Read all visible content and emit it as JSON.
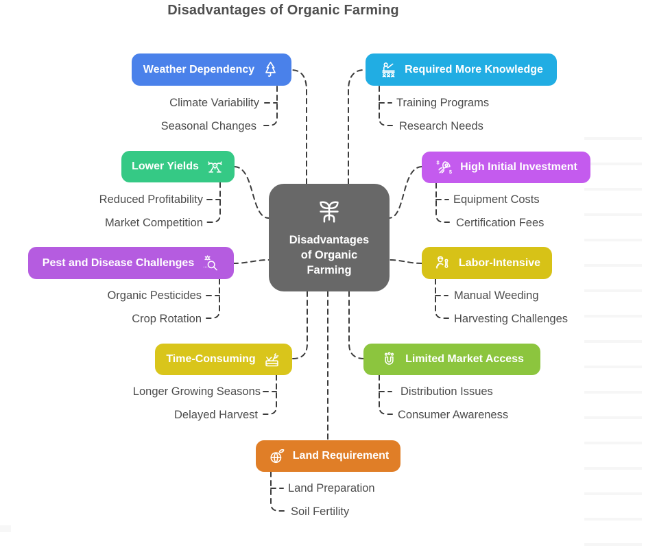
{
  "title": "Disadvantages of Organic Farming",
  "colors": {
    "connector": "#3b3b3b",
    "center_bg": "#686868",
    "title_text": "#4f4f4f",
    "child_text": "#4b4b4b"
  },
  "center": {
    "label": "Disadvantages of Organic Farming",
    "icon": "seedling-icon"
  },
  "branches": [
    {
      "label": "Weather Dependency",
      "color": "#4a81ea",
      "icon": "tree-icon",
      "children": [
        "Climate Variability",
        "Seasonal Changes"
      ]
    },
    {
      "label": "Required More Knowledge",
      "color": "#21ade3",
      "icon": "presentation-icon",
      "children": [
        "Training Programs",
        "Research Needs"
      ]
    },
    {
      "label": "Lower Yields",
      "color": "#35c985",
      "icon": "drone-icon",
      "children": [
        "Reduced Profitability",
        "Market Competition"
      ]
    },
    {
      "label": "High Initial Investment",
      "color": "#c45bee",
      "icon": "rocket-icon",
      "children": [
        "Equipment Costs",
        "Certification Fees"
      ]
    },
    {
      "label": "Pest and Disease Challenges",
      "color": "#b55ce0",
      "icon": "bug-magnifier-icon",
      "children": [
        "Organic Pesticides",
        "Crop Rotation"
      ]
    },
    {
      "label": "Labor-Intensive",
      "color": "#d7c217",
      "icon": "worker-wrench-icon",
      "children": [
        "Manual Weeding",
        "Harvesting Challenges"
      ]
    },
    {
      "label": "Time-Consuming",
      "color": "#d9c51b",
      "icon": "harvest-crate-icon",
      "children": [
        "Longer Growing Seasons",
        "Delayed Harvest"
      ]
    },
    {
      "label": "Limited Market Access",
      "color": "#8cc53e",
      "icon": "magnet-icon",
      "children": [
        "Distribution Issues",
        "Consumer Awareness"
      ]
    },
    {
      "label": "Land Requirement",
      "color": "#e07e27",
      "icon": "globe-icon",
      "children": [
        "Land Preparation",
        "Soil Fertility"
      ]
    }
  ]
}
